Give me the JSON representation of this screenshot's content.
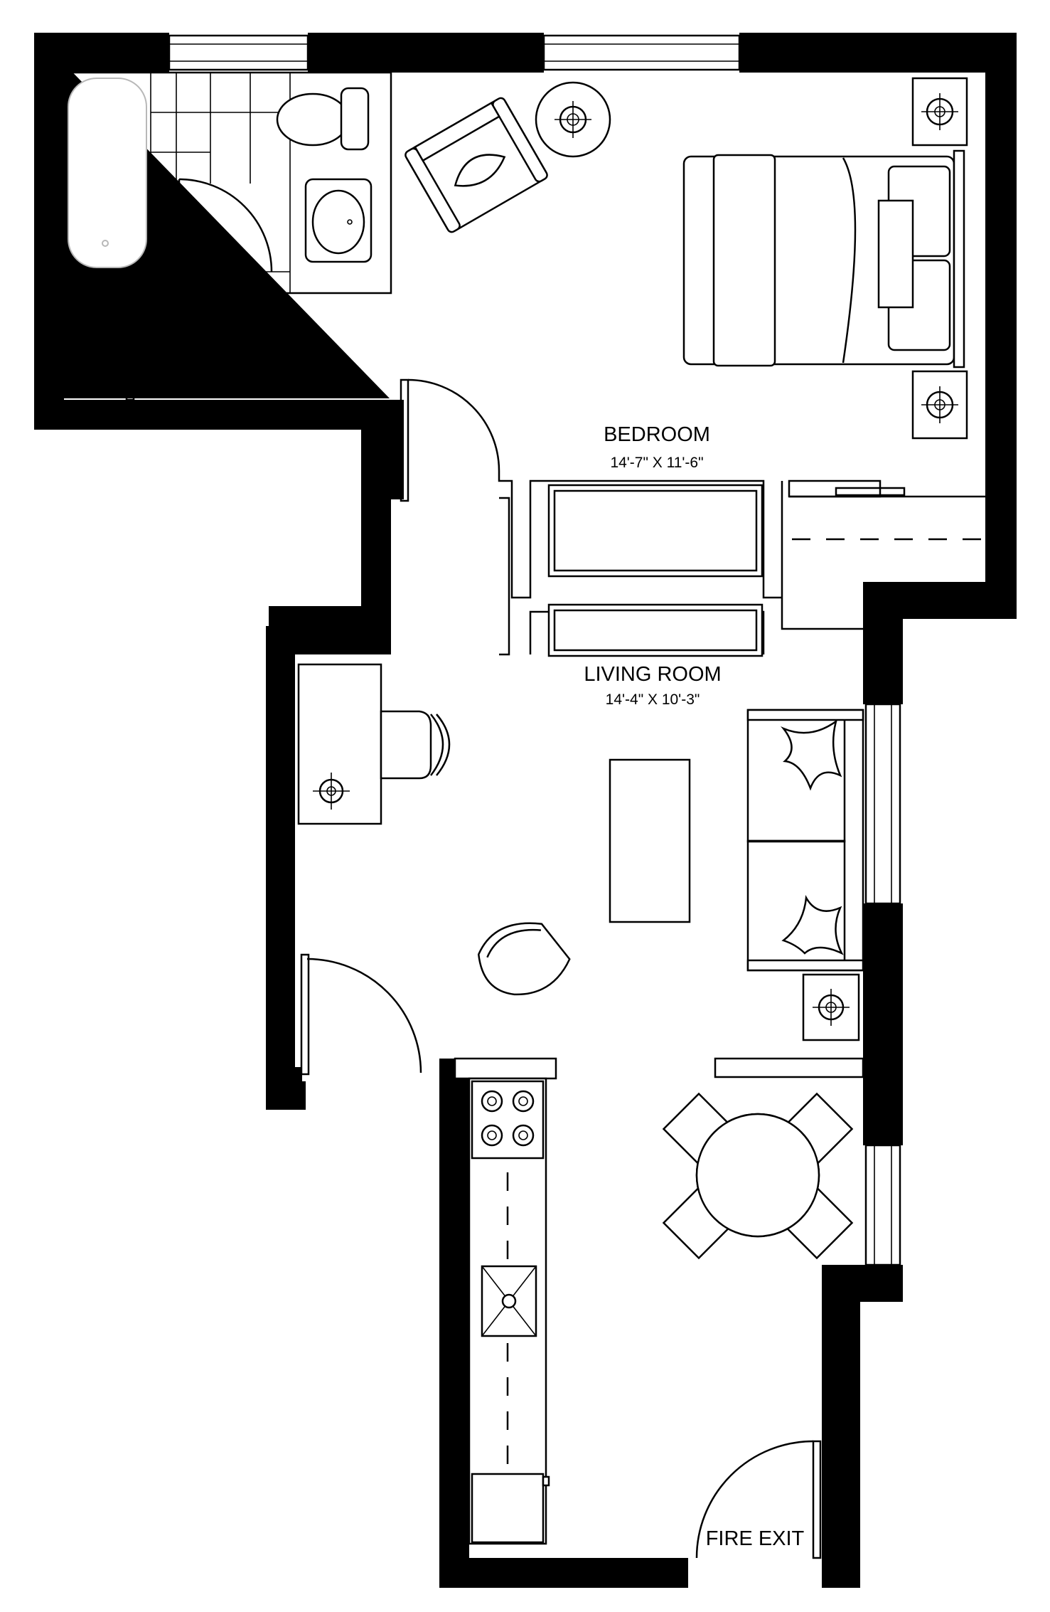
{
  "plan": {
    "rooms": [
      {
        "id": "bedroom",
        "name": "BEDROOM",
        "dimensions": "14'-7\" X 11'-6\""
      },
      {
        "id": "living-room",
        "name": "LIVING ROOM",
        "dimensions": "14'-4\" X 10'-3\""
      }
    ],
    "fire_exit_label": "FIRE EXIT"
  }
}
